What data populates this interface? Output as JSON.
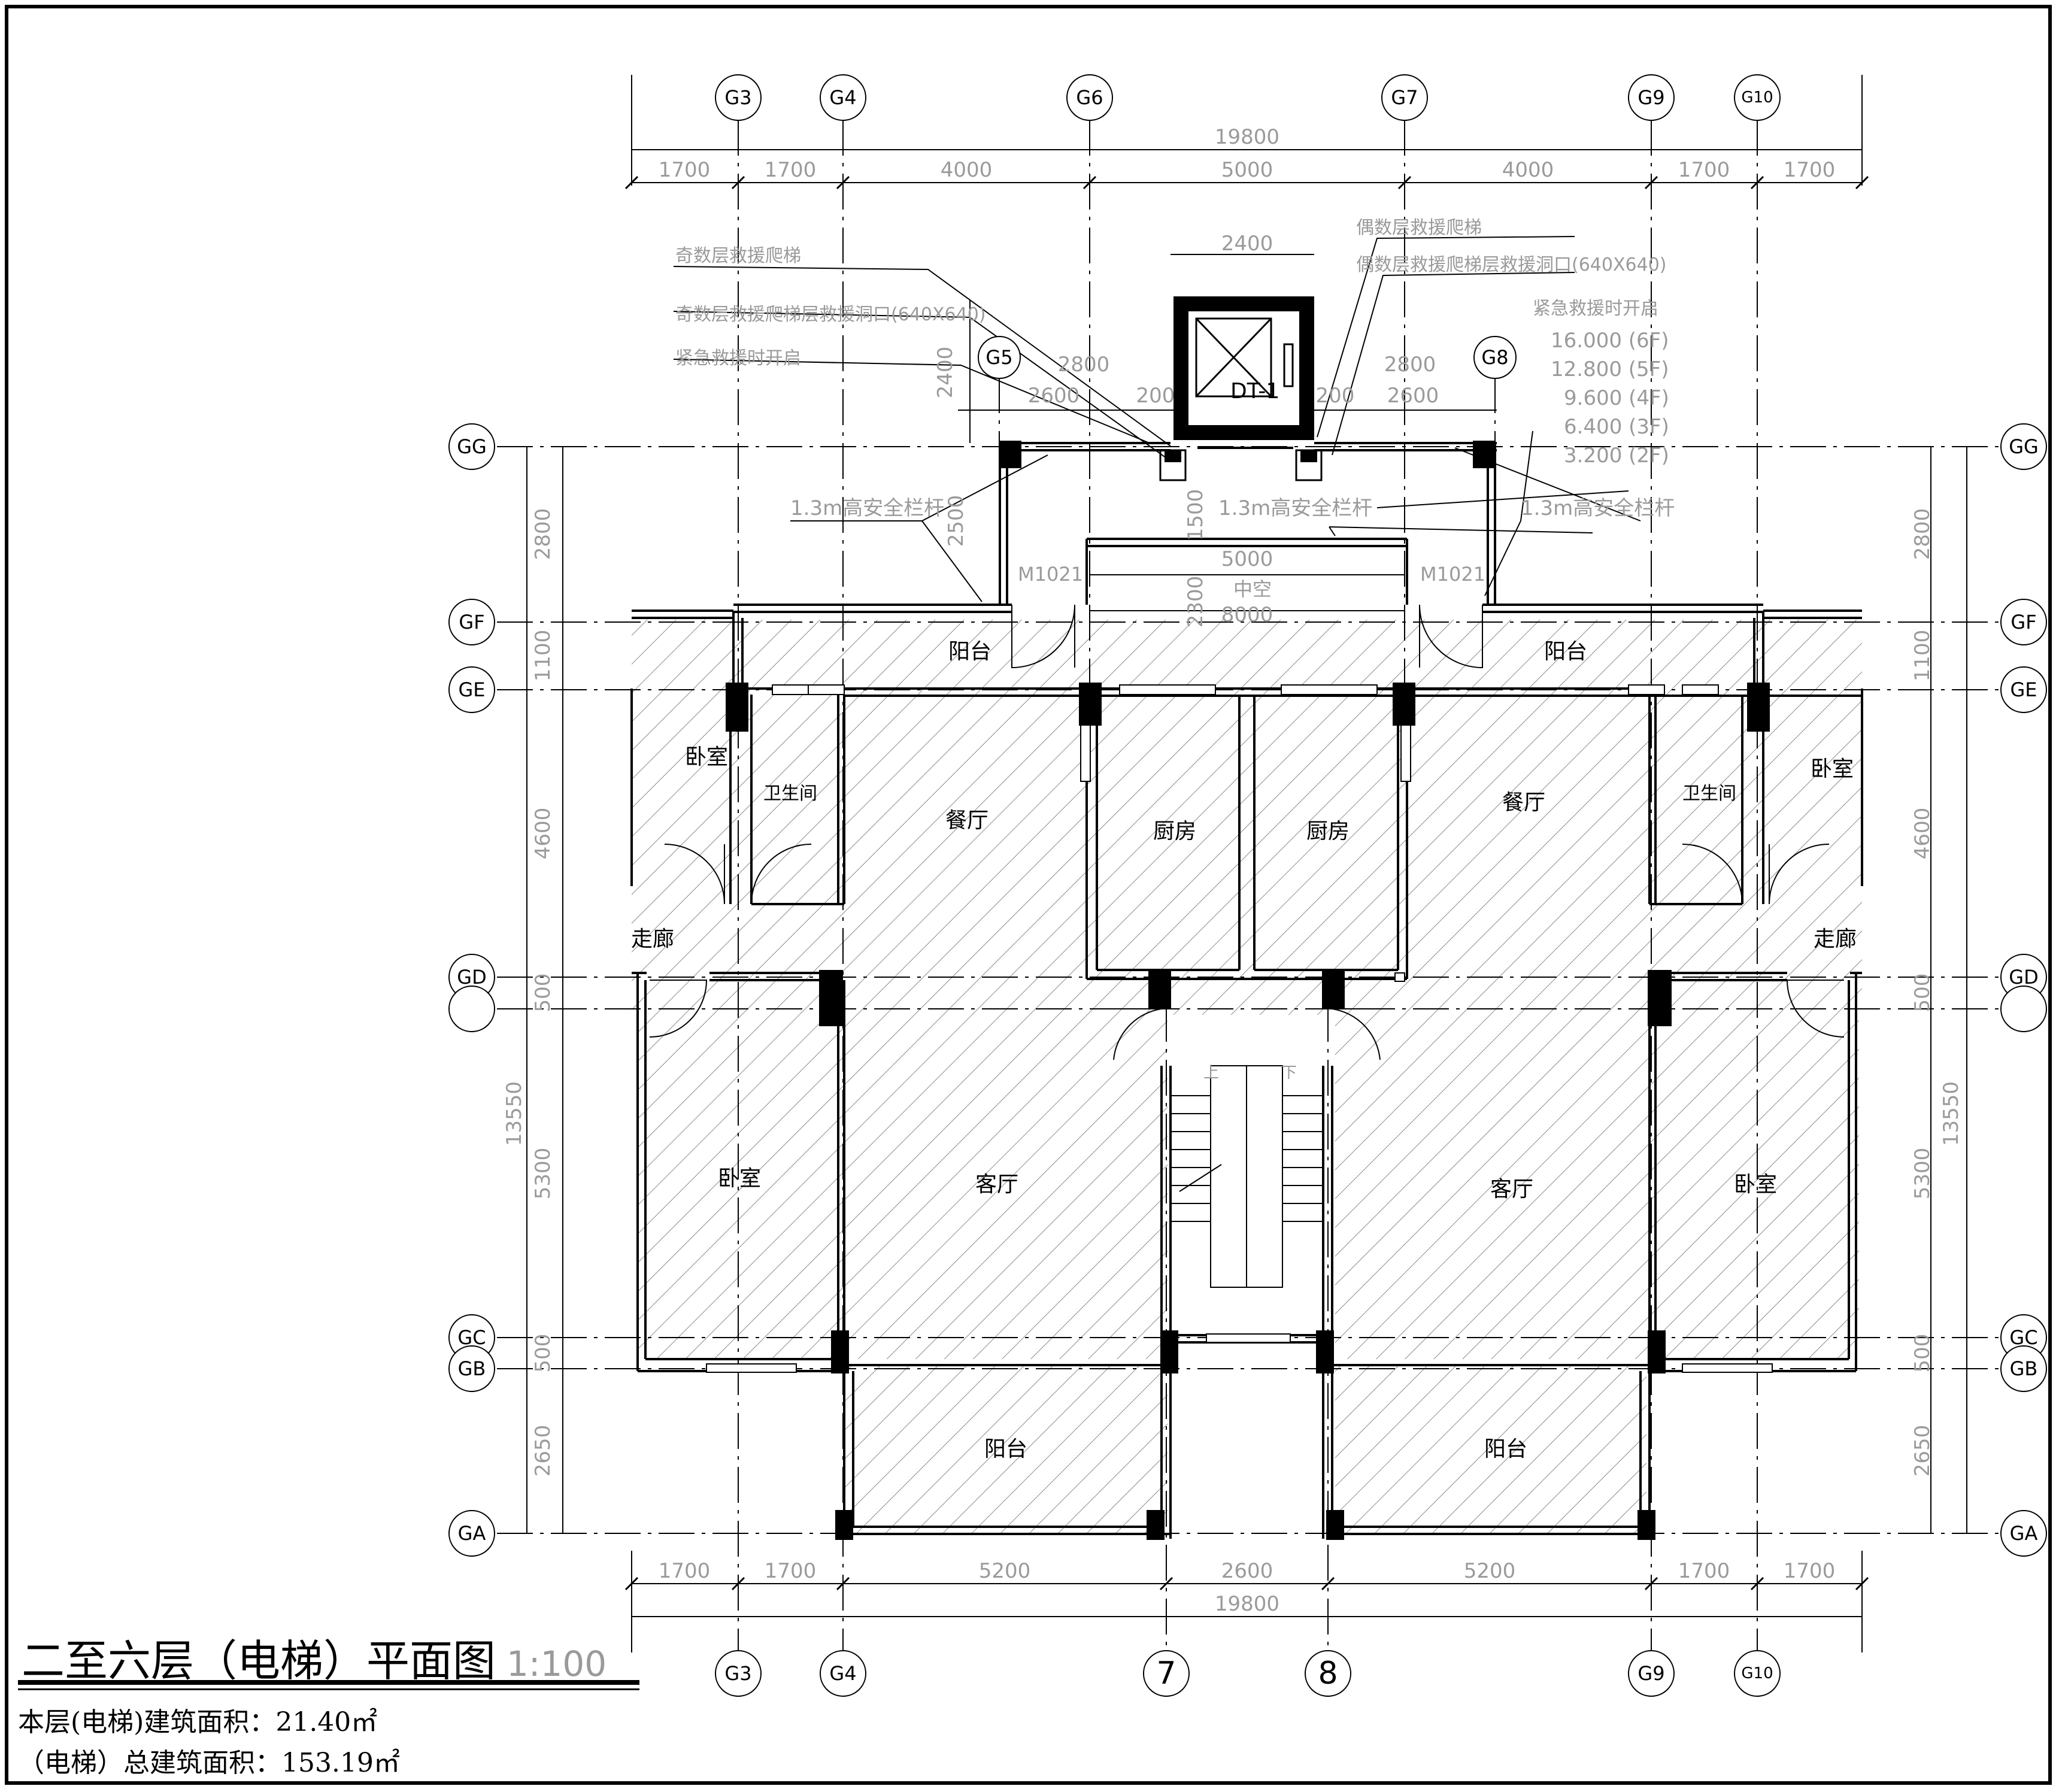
{
  "drawing": {
    "title": "二至六层（电梯）平面图",
    "scale": "1:100",
    "area_floor": "本层(电梯)建筑面积：21.40㎡",
    "area_total": "（电梯）总建筑面积：153.19㎡"
  },
  "axes": {
    "top": [
      "G3",
      "G4",
      "G6",
      "G7",
      "G9",
      "G10"
    ],
    "top_mid": [
      "G5",
      "G8"
    ],
    "bottom": [
      "G3",
      "G4",
      "7",
      "8",
      "G9",
      "G10"
    ],
    "rows": [
      "GG",
      "GF",
      "GE",
      "GD",
      "GC",
      "GB",
      "GA"
    ]
  },
  "dimensions": {
    "overall": "19800",
    "top_chain": [
      "1700",
      "1700",
      "4000",
      "5000",
      "4000",
      "1700",
      "1700"
    ],
    "bottom_chain": [
      "1700",
      "1700",
      "5200",
      "2600",
      "5200",
      "1700",
      "1700"
    ],
    "elevator_width": "2400",
    "elevator_depth": "2400",
    "platform_left": [
      "2800",
      "2600",
      "200"
    ],
    "platform_right": [
      "2800",
      "200",
      "2600"
    ],
    "side_rows": [
      "2800",
      "1100",
      "4600",
      "500",
      "5300",
      "500",
      "2650"
    ],
    "side_total": "13550",
    "void": [
      "5000",
      "8000",
      "2300",
      "1500",
      "2500"
    ]
  },
  "annotations": {
    "odd_ladder": "奇数层救援爬梯",
    "odd_hatch": "奇数层救援爬梯层救援洞口(640X640)",
    "odd_open": "紧急救援时开启",
    "even_ladder": "偶数层救援爬梯",
    "even_hatch": "偶数层救援爬梯层救援洞口(640X640)",
    "even_open": "紧急救援时开启",
    "levels": [
      "16.000 (6F)",
      "12.800 (5F)",
      "9.600 (4F)",
      "6.400 (3F)",
      "3.200 (2F)"
    ],
    "rail": "1.3m高安全栏杆",
    "door": "M1021",
    "void": "中空",
    "elevator": "DT-1",
    "stair_up": "上",
    "stair_down": "下"
  },
  "rooms": {
    "balcony": "阳台",
    "bedroom": "卧室",
    "toilet": "卫生间",
    "dining": "餐厅",
    "kitchen": "厨房",
    "corridor": "走廊",
    "living": "客厅"
  }
}
